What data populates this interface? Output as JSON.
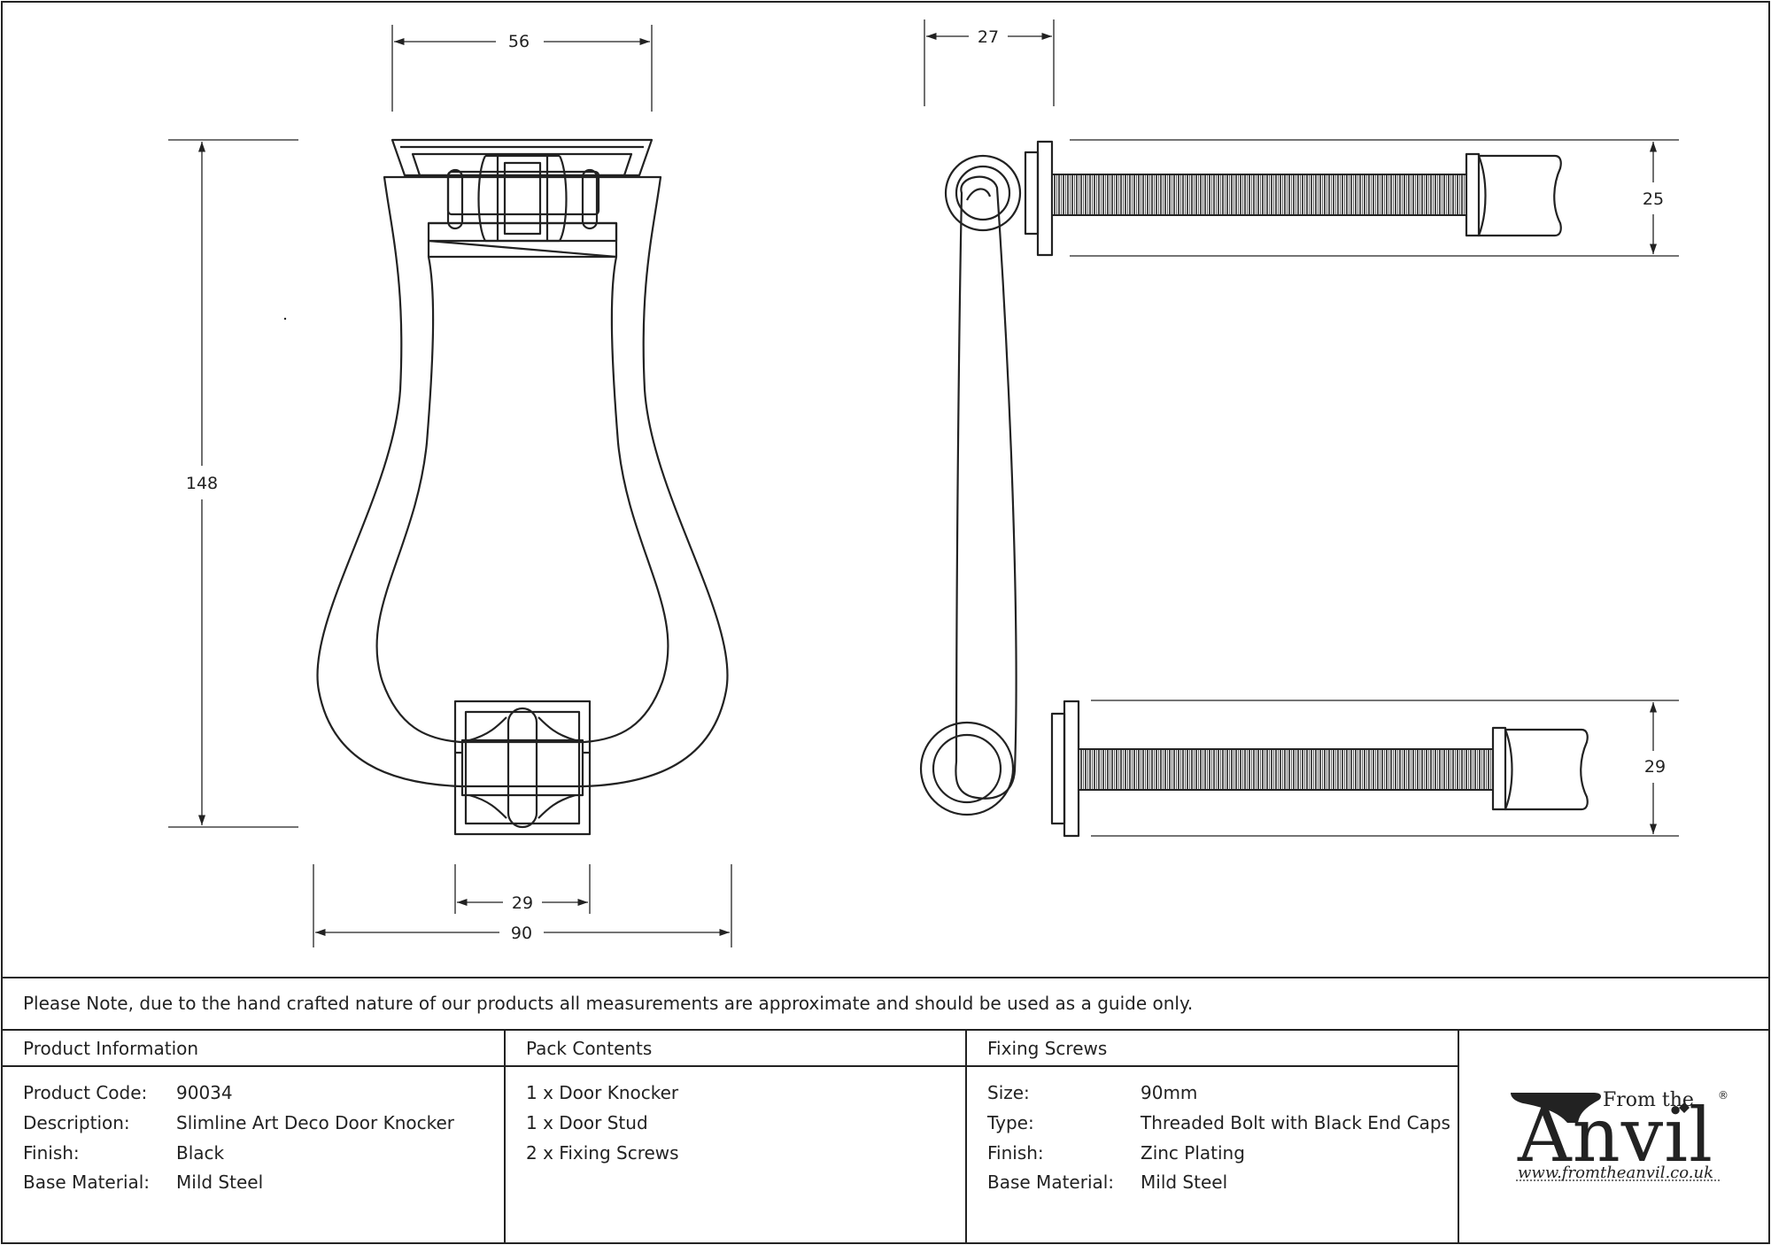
{
  "dimensions": {
    "top_width": "56",
    "height": "148",
    "lower_inner": "29",
    "overall_width": "90",
    "side_depth": "27",
    "upper_bolt": "25",
    "lower_bolt": "29"
  },
  "note": "Please Note, due to the hand crafted nature of our products all measurements are approximate and should be used as a guide only.",
  "product_information": {
    "heading": "Product Information",
    "rows": [
      {
        "label": "Product Code:",
        "value": "90034"
      },
      {
        "label": "Description:",
        "value": "Slimline Art Deco Door Knocker"
      },
      {
        "label": "Finish:",
        "value": "Black"
      },
      {
        "label": "Base Material:",
        "value": "Mild Steel"
      }
    ]
  },
  "pack_contents": {
    "heading": "Pack Contents",
    "items": [
      "1 x Door Knocker",
      "1 x Door Stud",
      "2 x Fixing Screws"
    ]
  },
  "fixing_screws": {
    "heading": "Fixing Screws",
    "rows": [
      {
        "label": "Size:",
        "value": "90mm"
      },
      {
        "label": "Type:",
        "value": "Threaded Bolt with Black End Caps"
      },
      {
        "label": "Finish:",
        "value": "Zinc Plating"
      },
      {
        "label": "Base Material:",
        "value": "Mild Steel"
      }
    ]
  },
  "logo": {
    "from_the": "From the",
    "anvil": "Anvil",
    "registered": "®",
    "url": "www.fromtheanvil.co.uk",
    "icon": "anvil-icon"
  },
  "colors": {
    "line": "#222222",
    "background": "#ffffff"
  }
}
